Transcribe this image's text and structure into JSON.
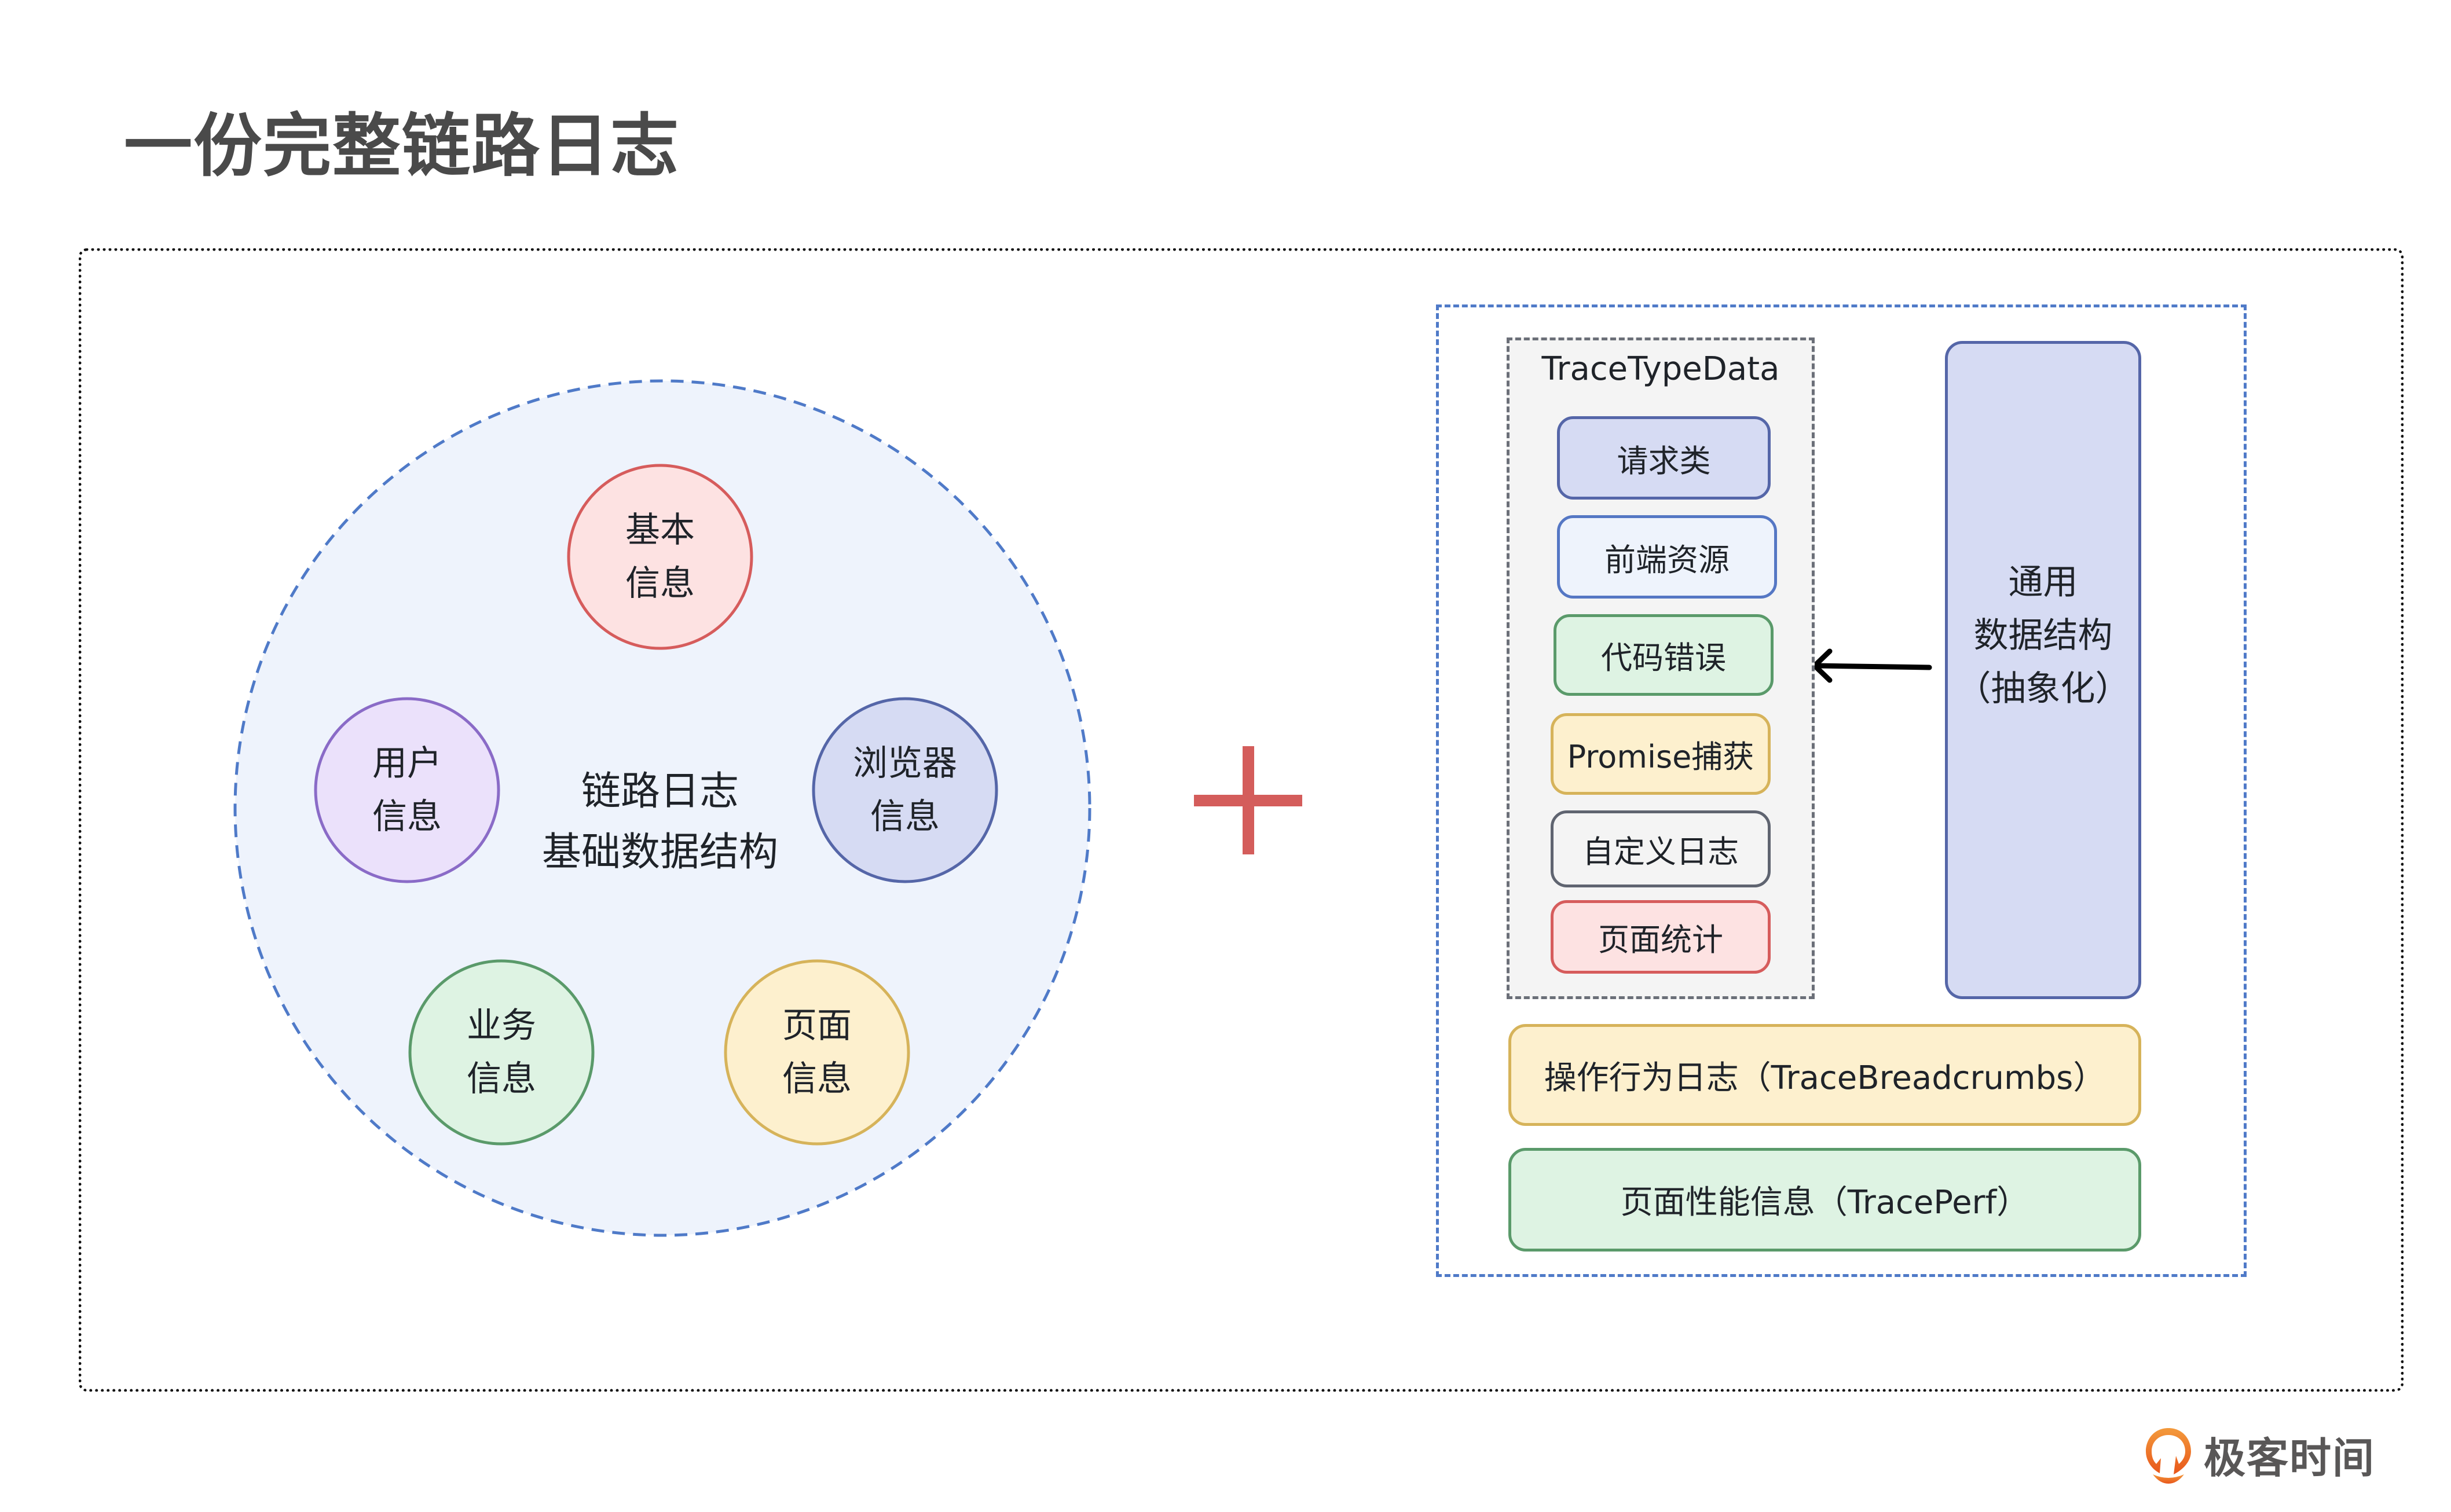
{
  "title": "一份完整链路日志",
  "colors": {
    "title_text": "#4a4a4a",
    "dashed_blue": "#4f7ac8",
    "big_circle_fill": "#eef3fc",
    "plus": "#d45d5b",
    "arrow": "#000000"
  },
  "left_diagram": {
    "center_label": [
      "链路日志",
      "基础数据结构"
    ],
    "circles": [
      {
        "label_line1": "基本",
        "label_line2": "信息",
        "stroke": "#d65c5c",
        "fill": "#fde2e2"
      },
      {
        "label_line1": "用户",
        "label_line2": "信息",
        "stroke": "#8a6bc7",
        "fill": "#ebe1fb"
      },
      {
        "label_line1": "浏览器",
        "label_line2": "信息",
        "stroke": "#5566a8",
        "fill": "#d6dbf3"
      },
      {
        "label_line1": "业务",
        "label_line2": "信息",
        "stroke": "#5a9a6a",
        "fill": "#def3e3"
      },
      {
        "label_line1": "页面",
        "label_line2": "信息",
        "stroke": "#d6b35a",
        "fill": "#fdf0ce"
      }
    ]
  },
  "operator": {
    "symbol": "plus-icon"
  },
  "right_diagram": {
    "group_title": "TraceTypeData",
    "items": [
      {
        "label": "请求类",
        "stroke": "#5566a8",
        "fill": "#d6dbf3"
      },
      {
        "label": "前端资源",
        "stroke": "#5577c4",
        "fill": "#eef3fc"
      },
      {
        "label": "代码错误",
        "stroke": "#5a9a6a",
        "fill": "#def3e3"
      },
      {
        "label": "Promise捕获",
        "stroke": "#d6b35a",
        "fill": "#fdf0ce"
      },
      {
        "label": "自定义日志",
        "stroke": "#5f6470",
        "fill": "#f4f4f4"
      },
      {
        "label": "页面统计",
        "stroke": "#d65c5c",
        "fill": "#fde2e2"
      }
    ],
    "abstract_box": {
      "line1": "通用",
      "line2": "数据结构",
      "line3": "（抽象化）"
    },
    "breadcrumbs_box": {
      "label": "操作行为日志（TraceBreadcrumbs）",
      "stroke": "#d6b35a",
      "fill": "#fdf0ce"
    },
    "perf_box": {
      "label": "页面性能信息（TracePerf）",
      "stroke": "#5a9a6a",
      "fill": "#def3e3"
    }
  },
  "logo": {
    "text": "极客时间",
    "icon": "geektime-logo-icon"
  }
}
